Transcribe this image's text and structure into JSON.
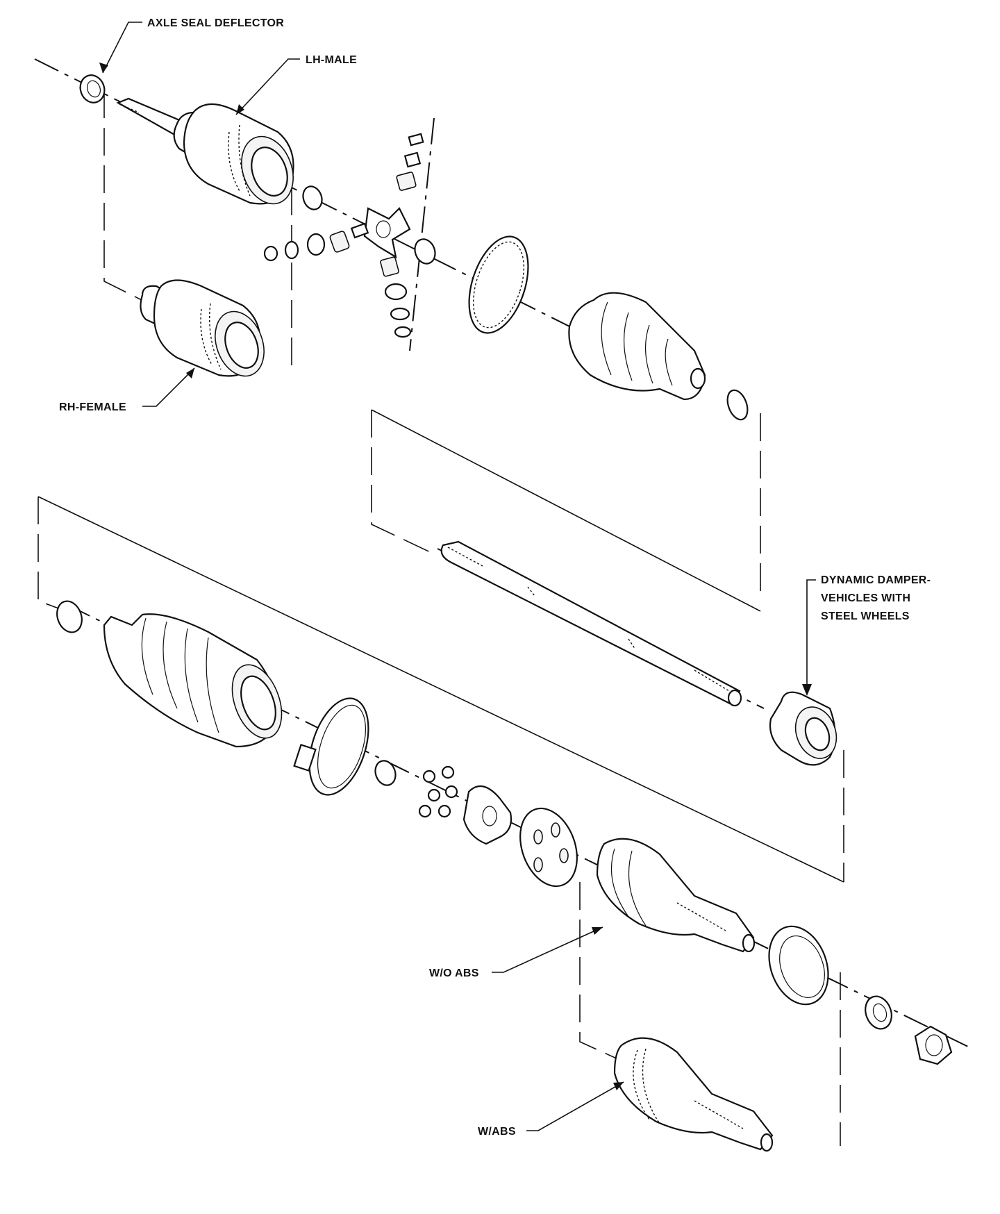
{
  "labels": {
    "axle_seal_deflector": "AXLE SEAL DEFLECTOR",
    "lh_male": "LH-MALE",
    "rh_female": "RH-FEMALE",
    "dynamic_damper_line1": "DYNAMIC DAMPER-",
    "dynamic_damper_line2": "VEHICLES WITH",
    "dynamic_damper_line3": "STEEL WHEELS",
    "wo_abs": "W/O ABS",
    "w_abs": "W/ABS"
  }
}
